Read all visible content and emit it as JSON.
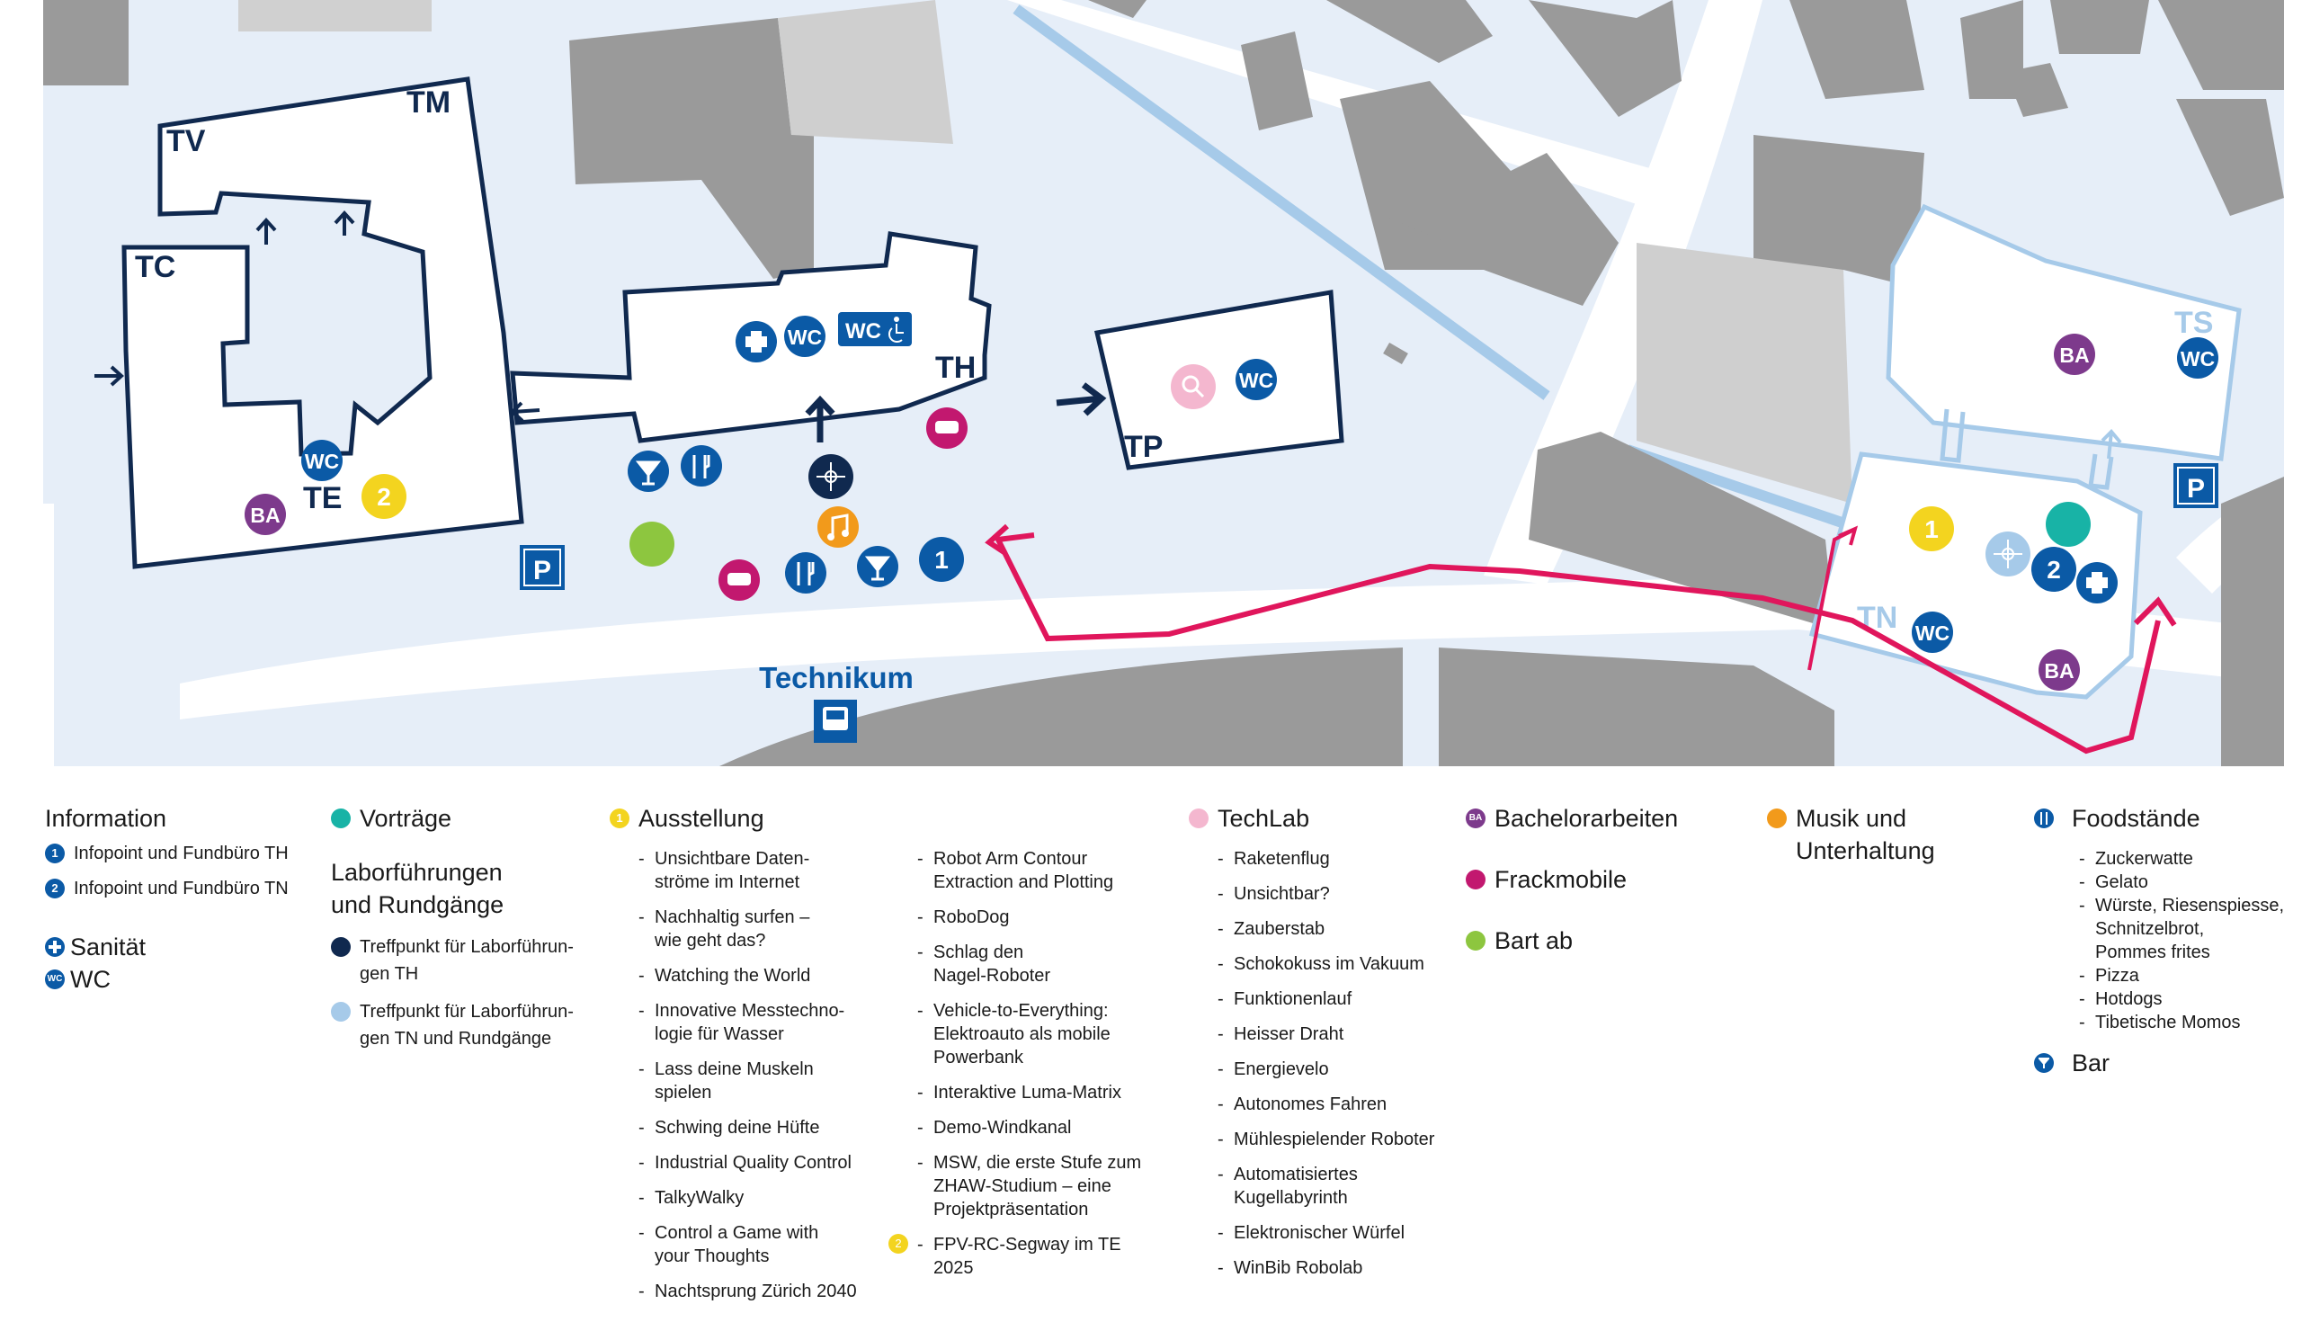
{
  "colors": {
    "navy": "#10294f",
    "blue": "#0b5aa6",
    "light_blue": "#a6cae9",
    "pink": "#e0165c",
    "purple": "#7d3a8c",
    "magenta": "#c2186f",
    "yellow": "#f3d41f",
    "orange": "#f29a1b",
    "green": "#8dc63f",
    "teal": "#18b3a6",
    "light_pink": "#f4b7cf",
    "map_bg": "#e6eef8",
    "building_grey": "#9a9a9a"
  },
  "map": {
    "buildings": [
      "TV",
      "TM",
      "TC",
      "TE",
      "TH",
      "TP",
      "TS",
      "TN"
    ],
    "place_label": "Technikum",
    "icons": {
      "wc": "WC",
      "bachelor": "BA",
      "info_1": "1",
      "info_2": "2",
      "exhibit_2": "2"
    }
  },
  "legend": {
    "information": {
      "title": "Information",
      "items": [
        {
          "num": "1",
          "text": "Infopoint und Fundbüro TH"
        },
        {
          "num": "2",
          "text": "Infopoint und Fundbüro TN"
        }
      ],
      "sanitaet": "Sanität",
      "wc_badge": "WC",
      "wc": "WC"
    },
    "vortraege": {
      "title": "Vorträge",
      "tours_title": "Laborführungen\nund Rundgänge",
      "meeting_points": [
        "Treffpunkt für Laborführun-\ngen TH",
        "Treffpunkt für Laborführun-\ngen TN und Rundgänge"
      ]
    },
    "ausstellung": {
      "title": "Ausstellung",
      "badge": "1",
      "col1": [
        "Unsichtbare Daten-\nströme im Internet",
        "Nachhaltig surfen –\nwie geht das?",
        "Watching the World",
        "Innovative Messtechno-\nlogie für Wasser",
        "Lass deine Muskeln\nspielen",
        "Schwing deine Hüfte",
        "Industrial Quality Control",
        "TalkyWalky",
        "Control a Game with\nyour Thoughts",
        "Nachtsprung  Zürich 2040"
      ],
      "col2": [
        "Robot Arm Contour\nExtraction and Plotting",
        "RoboDog",
        "Schlag den\nNagel-Roboter",
        "Vehicle-to-Everything:\nElektroauto als mobile\nPowerbank",
        "Interaktive Luma-Matrix",
        "Demo-Windkanal",
        "MSW, die erste Stufe zum\nZHAW-Studium – eine\nProjektpräsentation",
        "FPV-RC-Segway im TE\n2025"
      ],
      "col2_last_badge": "2"
    },
    "techlab": {
      "title": "TechLab",
      "items": [
        "Raketenflug",
        "Unsichtbar?",
        "Zauberstab",
        "Schokokuss im Vakuum",
        "Funktionenlauf",
        "Heisser Draht",
        "Energievelo",
        "Autonomes Fahren",
        "Mühlespielender Roboter",
        "Automatisiertes\nKugellabyrinth",
        "Elektronischer Würfel",
        "WinBib Robolab"
      ]
    },
    "bachelor": {
      "title": "Bachelorarbeiten",
      "badge": "BA",
      "frackmobile": "Frackmobile",
      "bart_ab": "Bart ab"
    },
    "musik": {
      "title": "Musik und\nUnterhaltung"
    },
    "food": {
      "title": "Foodstände",
      "items": [
        "Zuckerwatte",
        "Gelato",
        "Würste, Riesenspiesse,\nSchnitzelbrot,\nPommes frites",
        "Pizza",
        "Hotdogs",
        "Tibetische Momos"
      ],
      "bar": "Bar"
    }
  }
}
